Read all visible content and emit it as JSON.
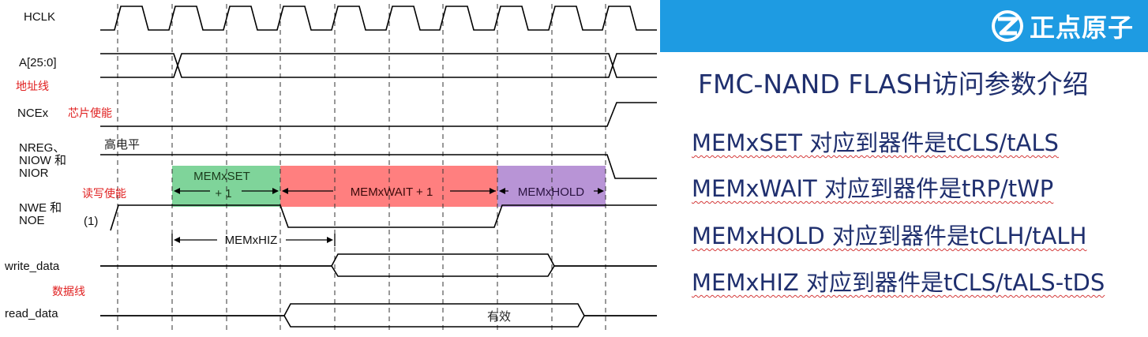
{
  "signals": {
    "hclk": "HCLK",
    "addr": "A[25:0]",
    "nce": "NCEx",
    "nreg1": "NREG、",
    "nreg2": "NIOW 和",
    "nreg3": "NIOR",
    "nwe1": "NWE 和",
    "nwe2": "NOE",
    "nwe_note": "(1)",
    "write_data": "write_data",
    "read_data": "read_data"
  },
  "annotations": {
    "addr_line": "地址线",
    "chip_enable": "芯片使能",
    "high_level": "高电平",
    "rw_enable": "读写使能",
    "data_line": "数据线",
    "valid": "有效"
  },
  "phases": {
    "set_line1": "MEMxSET",
    "set_line2": "+ 1",
    "wait": "MEMxWAIT + 1",
    "hold": "MEMxHOLD",
    "hiz": "MEMxHIZ"
  },
  "colors": {
    "set": "#7fd49a",
    "wait": "#ff7f7f",
    "hold": "#b894d6",
    "banner": "#1e9be2",
    "text": "#1f2f6e"
  },
  "brand": {
    "name": "正点原子"
  },
  "panel": {
    "title": "FMC-NAND FLASH访问参数介绍",
    "items": [
      "MEMxSET 对应到器件是tCLS/tALS",
      "MEMxWAIT 对应到器件是tRP/tWP",
      "MEMxHOLD 对应到器件是tCLH/tALH",
      "MEMxHIZ 对应到器件是tCLS/tALS-tDS"
    ]
  }
}
